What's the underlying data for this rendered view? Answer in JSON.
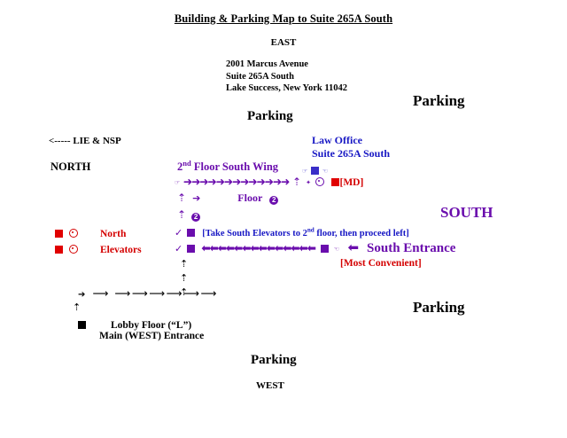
{
  "document": {
    "title": "Building & Parking Map to Suite 265A South"
  },
  "compass": {
    "east": "EAST",
    "west": "WEST",
    "north": "NORTH",
    "south": "SOUTH"
  },
  "address": {
    "line1": "2001 Marcus Avenue",
    "line2": "Suite 265A South",
    "line3": "Lake Success, New York 11042"
  },
  "parking_labels": {
    "top_right": "Parking",
    "upper_middle": "Parking",
    "lower_right": "Parking",
    "bottom_middle": "Parking"
  },
  "highway": {
    "label": "<----- LIE & NSP"
  },
  "law_office": {
    "line1": "Law Office",
    "line2": "Suite 265A South"
  },
  "floor_plan": {
    "second_floor_label": "2",
    "second_floor_sup": "nd",
    "second_floor_rest": " Floor South Wing",
    "floor_two_label": "Floor",
    "floor_two_number": "2",
    "md_label": "[MD]",
    "top_arrow_count": 13,
    "elevator_arrow_count": 14
  },
  "left_markers": {
    "north": "North",
    "elevators": "Elevators"
  },
  "instructions": {
    "take_elevators_pre": "[Take South Elevators to 2",
    "take_elevators_sup": "nd",
    "take_elevators_post": " floor, then proceed left]",
    "south_entrance": "South Entrance",
    "most_convenient": "[Most Convenient]"
  },
  "lobby": {
    "floor_label": "Lobby Floor (“L”)",
    "main_entrance": "Main (WEST) Entrance"
  },
  "colors": {
    "purple": "#6a0dad",
    "blue": "#1717c4",
    "red": "#d40000",
    "black": "#000000"
  }
}
